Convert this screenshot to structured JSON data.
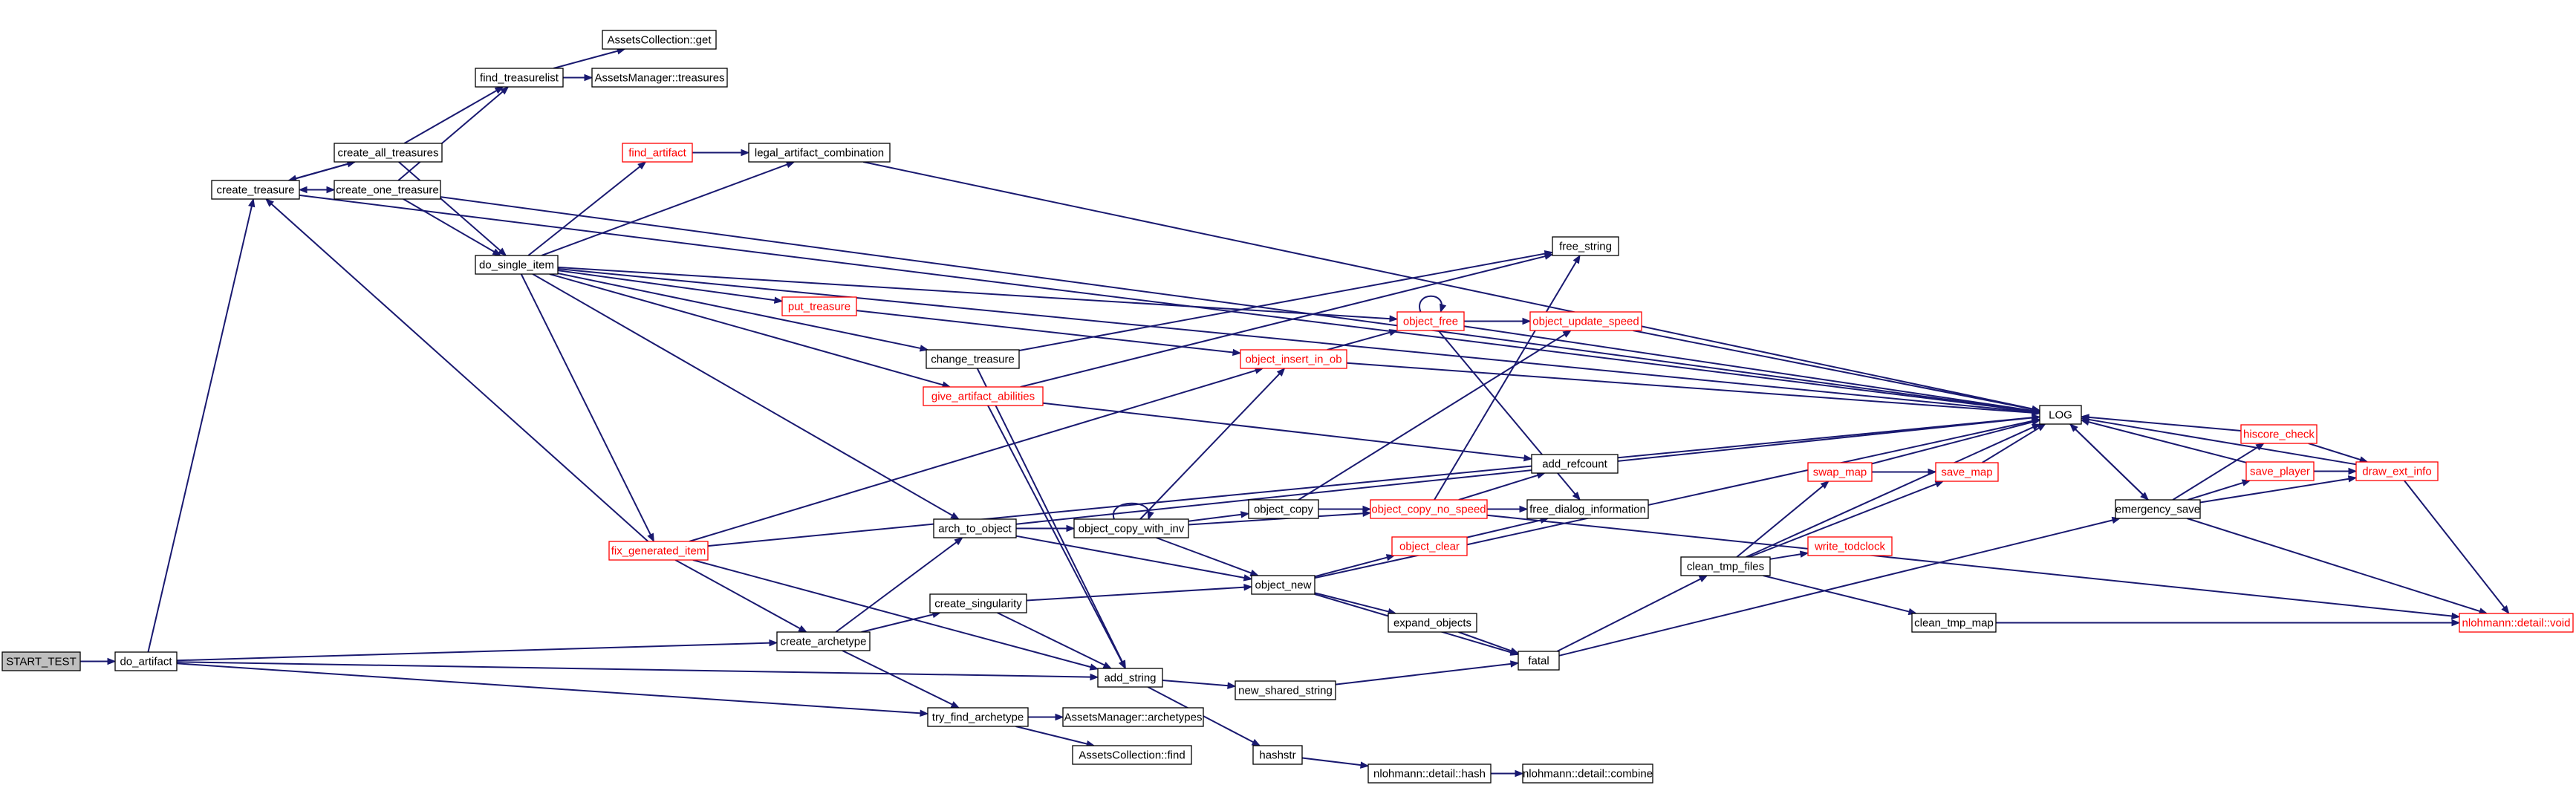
{
  "nodes": [
    {
      "id": "START_TEST",
      "label": "START_TEST",
      "style": "start"
    },
    {
      "id": "do_artifact",
      "label": "do_artifact",
      "style": "normal"
    },
    {
      "id": "create_treasure",
      "label": "create_treasure",
      "style": "normal"
    },
    {
      "id": "create_all_treasures",
      "label": "create_all_treasures",
      "style": "normal"
    },
    {
      "id": "create_one_treasure",
      "label": "create_one_treasure",
      "style": "normal"
    },
    {
      "id": "find_treasurelist",
      "label": "find_treasurelist",
      "style": "normal"
    },
    {
      "id": "AssetsCollection_get",
      "label": "AssetsCollection::get",
      "style": "normal"
    },
    {
      "id": "AssetsManager_treasures",
      "label": "AssetsManager::treasures",
      "style": "normal"
    },
    {
      "id": "find_artifact",
      "label": "find_artifact",
      "style": "red"
    },
    {
      "id": "legal_artifact_combination",
      "label": "legal_artifact_combination",
      "style": "normal"
    },
    {
      "id": "do_single_item",
      "label": "do_single_item",
      "style": "normal"
    },
    {
      "id": "free_string",
      "label": "free_string",
      "style": "normal"
    },
    {
      "id": "put_treasure",
      "label": "put_treasure",
      "style": "red"
    },
    {
      "id": "object_free",
      "label": "object_free",
      "style": "red"
    },
    {
      "id": "object_update_speed",
      "label": "object_update_speed",
      "style": "red"
    },
    {
      "id": "change_treasure",
      "label": "change_treasure",
      "style": "normal"
    },
    {
      "id": "object_insert_in_ob",
      "label": "object_insert_in_ob",
      "style": "red"
    },
    {
      "id": "give_artifact_abilities",
      "label": "give_artifact_abilities",
      "style": "red"
    },
    {
      "id": "LOG",
      "label": "LOG",
      "style": "normal"
    },
    {
      "id": "hiscore_check",
      "label": "hiscore_check",
      "style": "red"
    },
    {
      "id": "add_refcount",
      "label": "add_refcount",
      "style": "normal"
    },
    {
      "id": "save_map",
      "label": "save_map",
      "style": "red"
    },
    {
      "id": "save_player",
      "label": "save_player",
      "style": "red"
    },
    {
      "id": "draw_ext_info",
      "label": "draw_ext_info",
      "style": "red"
    },
    {
      "id": "emergency_save",
      "label": "emergency_save",
      "style": "normal"
    },
    {
      "id": "arch_to_object",
      "label": "arch_to_object",
      "style": "normal"
    },
    {
      "id": "object_copy_with_inv",
      "label": "object_copy_with_inv",
      "style": "normal"
    },
    {
      "id": "object_copy",
      "label": "object_copy",
      "style": "normal"
    },
    {
      "id": "object_copy_no_speed",
      "label": "object_copy_no_speed",
      "style": "red"
    },
    {
      "id": "free_dialog_information",
      "label": "free_dialog_information",
      "style": "normal"
    },
    {
      "id": "swap_map",
      "label": "swap_map",
      "style": "red"
    },
    {
      "id": "fix_generated_item",
      "label": "fix_generated_item",
      "style": "red"
    },
    {
      "id": "object_clear",
      "label": "object_clear",
      "style": "red"
    },
    {
      "id": "write_todclock",
      "label": "write_todclock",
      "style": "red"
    },
    {
      "id": "clean_tmp_files",
      "label": "clean_tmp_files",
      "style": "normal"
    },
    {
      "id": "object_new",
      "label": "object_new",
      "style": "normal"
    },
    {
      "id": "create_singularity",
      "label": "create_singularity",
      "style": "normal"
    },
    {
      "id": "expand_objects",
      "label": "expand_objects",
      "style": "normal"
    },
    {
      "id": "clean_tmp_map",
      "label": "clean_tmp_map",
      "style": "normal"
    },
    {
      "id": "nlohmann_detail_void",
      "label": "nlohmann::detail::void",
      "style": "red"
    },
    {
      "id": "create_archetype",
      "label": "create_archetype",
      "style": "normal"
    },
    {
      "id": "fatal",
      "label": "fatal",
      "style": "normal"
    },
    {
      "id": "add_string",
      "label": "add_string",
      "style": "normal"
    },
    {
      "id": "new_shared_string",
      "label": "new_shared_string",
      "style": "normal"
    },
    {
      "id": "try_find_archetype",
      "label": "try_find_archetype",
      "style": "normal"
    },
    {
      "id": "AssetsManager_archetypes",
      "label": "AssetsManager::archetypes",
      "style": "normal"
    },
    {
      "id": "AssetsCollection_find",
      "label": "AssetsCollection::find",
      "style": "normal"
    },
    {
      "id": "hashstr",
      "label": "hashstr",
      "style": "normal"
    },
    {
      "id": "nlohmann_detail_hash",
      "label": "nlohmann::detail::hash",
      "style": "normal"
    },
    {
      "id": "nlohmann_detail_combine",
      "label": "nlohmann::detail::combine",
      "style": "normal"
    }
  ],
  "edges": [
    [
      "START_TEST",
      "do_artifact"
    ],
    [
      "do_artifact",
      "create_treasure"
    ],
    [
      "do_artifact",
      "create_archetype"
    ],
    [
      "do_artifact",
      "add_string"
    ],
    [
      "do_artifact",
      "try_find_archetype"
    ],
    [
      "create_treasure",
      "create_all_treasures"
    ],
    [
      "create_treasure",
      "create_one_treasure"
    ],
    [
      "create_treasure",
      "LOG"
    ],
    [
      "create_all_treasures",
      "create_treasure"
    ],
    [
      "create_all_treasures",
      "find_treasurelist"
    ],
    [
      "create_all_treasures",
      "do_single_item"
    ],
    [
      "create_one_treasure",
      "create_treasure"
    ],
    [
      "create_one_treasure",
      "find_treasurelist"
    ],
    [
      "create_one_treasure",
      "do_single_item"
    ],
    [
      "create_one_treasure",
      "LOG"
    ],
    [
      "find_treasurelist",
      "AssetsCollection_get"
    ],
    [
      "find_treasurelist",
      "AssetsManager_treasures"
    ],
    [
      "do_single_item",
      "find_artifact"
    ],
    [
      "do_single_item",
      "legal_artifact_combination"
    ],
    [
      "do_single_item",
      "LOG"
    ],
    [
      "do_single_item",
      "put_treasure"
    ],
    [
      "do_single_item",
      "object_free"
    ],
    [
      "do_single_item",
      "change_treasure"
    ],
    [
      "do_single_item",
      "give_artifact_abilities"
    ],
    [
      "do_single_item",
      "arch_to_object"
    ],
    [
      "do_single_item",
      "fix_generated_item"
    ],
    [
      "find_artifact",
      "legal_artifact_combination"
    ],
    [
      "legal_artifact_combination",
      "LOG"
    ],
    [
      "put_treasure",
      "object_insert_in_ob"
    ],
    [
      "change_treasure",
      "free_string"
    ],
    [
      "change_treasure",
      "add_string"
    ],
    [
      "give_artifact_abilities",
      "free_string"
    ],
    [
      "give_artifact_abilities",
      "add_refcount"
    ],
    [
      "give_artifact_abilities",
      "add_string"
    ],
    [
      "object_insert_in_ob",
      "object_free"
    ],
    [
      "object_insert_in_ob",
      "LOG"
    ],
    [
      "object_free",
      "object_free"
    ],
    [
      "object_free",
      "object_update_speed"
    ],
    [
      "object_free",
      "LOG"
    ],
    [
      "object_free",
      "free_dialog_information"
    ],
    [
      "object_update_speed",
      "LOG"
    ],
    [
      "fix_generated_item",
      "create_treasure"
    ],
    [
      "fix_generated_item",
      "object_insert_in_ob"
    ],
    [
      "fix_generated_item",
      "create_archetype"
    ],
    [
      "fix_generated_item",
      "add_string"
    ],
    [
      "fix_generated_item",
      "LOG"
    ],
    [
      "arch_to_object",
      "object_new"
    ],
    [
      "arch_to_object",
      "object_copy_with_inv"
    ],
    [
      "arch_to_object",
      "LOG"
    ],
    [
      "object_copy_with_inv",
      "object_copy_with_inv"
    ],
    [
      "object_copy_with_inv",
      "object_insert_in_ob"
    ],
    [
      "object_copy_with_inv",
      "object_copy"
    ],
    [
      "object_copy_with_inv",
      "object_new"
    ],
    [
      "object_copy_with_inv",
      "object_copy_no_speed"
    ],
    [
      "object_copy",
      "object_copy_no_speed"
    ],
    [
      "object_copy",
      "object_update_speed"
    ],
    [
      "object_copy_no_speed",
      "free_string"
    ],
    [
      "object_copy_no_speed",
      "add_refcount"
    ],
    [
      "object_copy_no_speed",
      "free_dialog_information"
    ],
    [
      "object_copy_no_speed",
      "nlohmann_detail_void"
    ],
    [
      "object_new",
      "object_clear"
    ],
    [
      "object_new",
      "expand_objects"
    ],
    [
      "object_new",
      "fatal"
    ],
    [
      "object_new",
      "LOG"
    ],
    [
      "object_clear",
      "free_dialog_information"
    ],
    [
      "expand_objects",
      "fatal"
    ],
    [
      "create_archetype",
      "arch_to_object"
    ],
    [
      "create_archetype",
      "create_singularity"
    ],
    [
      "create_archetype",
      "try_find_archetype"
    ],
    [
      "create_singularity",
      "object_new"
    ],
    [
      "create_singularity",
      "add_string"
    ],
    [
      "add_string",
      "new_shared_string"
    ],
    [
      "add_string",
      "hashstr"
    ],
    [
      "new_shared_string",
      "fatal"
    ],
    [
      "fatal",
      "clean_tmp_files"
    ],
    [
      "fatal",
      "emergency_save"
    ],
    [
      "clean_tmp_files",
      "save_map"
    ],
    [
      "clean_tmp_files",
      "swap_map"
    ],
    [
      "clean_tmp_files",
      "write_todclock"
    ],
    [
      "clean_tmp_files",
      "clean_tmp_map"
    ],
    [
      "clean_tmp_files",
      "LOG"
    ],
    [
      "swap_map",
      "save_map"
    ],
    [
      "swap_map",
      "LOG"
    ],
    [
      "save_map",
      "LOG"
    ],
    [
      "clean_tmp_map",
      "nlohmann_detail_void"
    ],
    [
      "emergency_save",
      "LOG"
    ],
    [
      "emergency_save",
      "hiscore_check"
    ],
    [
      "emergency_save",
      "save_player"
    ],
    [
      "emergency_save",
      "draw_ext_info"
    ],
    [
      "emergency_save",
      "nlohmann_detail_void"
    ],
    [
      "hiscore_check",
      "LOG"
    ],
    [
      "hiscore_check",
      "draw_ext_info"
    ],
    [
      "save_player",
      "LOG"
    ],
    [
      "save_player",
      "draw_ext_info"
    ],
    [
      "draw_ext_info",
      "LOG"
    ],
    [
      "draw_ext_info",
      "nlohmann_detail_void"
    ],
    [
      "LOG",
      "emergency_save"
    ],
    [
      "try_find_archetype",
      "AssetsManager_archetypes"
    ],
    [
      "try_find_archetype",
      "AssetsCollection_find"
    ],
    [
      "hashstr",
      "nlohmann_detail_hash"
    ],
    [
      "nlohmann_detail_hash",
      "nlohmann_detail_combine"
    ]
  ]
}
